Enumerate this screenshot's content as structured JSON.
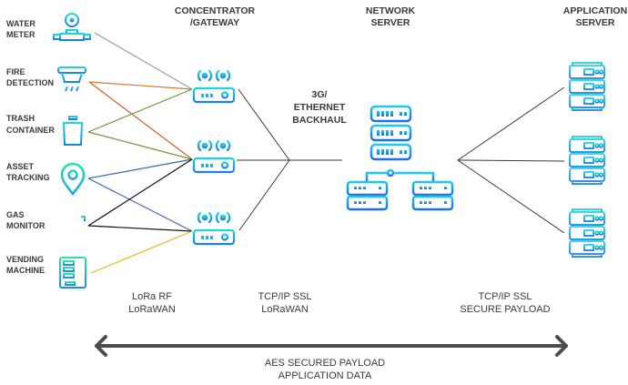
{
  "headers": {
    "concentrator": [
      "CONCENTRATOR",
      "/GATEWAY"
    ],
    "network_server": [
      "NETWORK",
      "SERVER"
    ],
    "application_server": [
      "APPLICATION",
      "SERVER"
    ]
  },
  "devices": [
    {
      "id": "water-meter",
      "lines": [
        "WATER",
        "METER"
      ],
      "icon": "water-meter-icon"
    },
    {
      "id": "fire-detection",
      "lines": [
        "FIRE",
        "DETECTION"
      ],
      "icon": "smoke-detector-icon"
    },
    {
      "id": "trash-container",
      "lines": [
        "TRASH",
        "CONTAINER"
      ],
      "icon": "trash-bin-icon"
    },
    {
      "id": "asset-tracking",
      "lines": [
        "ASSET",
        "TRACKING"
      ],
      "icon": "map-pin-icon"
    },
    {
      "id": "gas-monitor",
      "lines": [
        "GAS",
        "MONITOR"
      ],
      "icon": "radiator-icon"
    },
    {
      "id": "vending-machine",
      "lines": [
        "VENDING",
        "MACHINE"
      ],
      "icon": "vending-machine-icon"
    }
  ],
  "gateways": [
    {
      "id": "gateway-1",
      "icon": "router-icon"
    },
    {
      "id": "gateway-2",
      "icon": "router-icon"
    },
    {
      "id": "gateway-3",
      "icon": "router-icon"
    }
  ],
  "connections": [
    {
      "from": "water-meter",
      "to": "gateway-1",
      "color": "#9e9e9e"
    },
    {
      "from": "fire-detection",
      "to": "gateway-1",
      "color": "#d9782d"
    },
    {
      "from": "fire-detection",
      "to": "gateway-2",
      "color": "#c8642a"
    },
    {
      "from": "trash-container",
      "to": "gateway-1",
      "color": "#6b9a3a"
    },
    {
      "from": "trash-container",
      "to": "gateway-2",
      "color": "#6b9a3a"
    },
    {
      "from": "asset-tracking",
      "to": "gateway-2",
      "color": "#3e68b0"
    },
    {
      "from": "asset-tracking",
      "to": "gateway-3",
      "color": "#3e68b0"
    },
    {
      "from": "gas-monitor",
      "to": "gateway-2",
      "color": "#111111"
    },
    {
      "from": "gas-monitor",
      "to": "gateway-3",
      "color": "#111111"
    },
    {
      "from": "vending-machine",
      "to": "gateway-3",
      "color": "#e8b820"
    }
  ],
  "backhaul_label": [
    "3G/",
    "ETHERNET",
    "BACKHAUL"
  ],
  "network_server_icon": "server-cluster-icon",
  "app_servers": [
    {
      "id": "app-server-1",
      "icon": "server-rack-icon"
    },
    {
      "id": "app-server-2",
      "icon": "server-rack-icon"
    },
    {
      "id": "app-server-3",
      "icon": "server-rack-icon"
    }
  ],
  "protocols": {
    "rf": [
      "LoRa RF",
      "LoRaWAN"
    ],
    "backhaul": [
      "TCP/IP SSL",
      "LoRaWAN"
    ],
    "app": [
      "TCP/IP SSL",
      "SECURE PAYLOAD"
    ]
  },
  "payload_arrow": {
    "label": [
      "AES SECURED PAYLOAD",
      "APPLICATION DATA"
    ],
    "color": "#4a4d50"
  },
  "colors": {
    "icon_gradient_top": "#1fd6e0",
    "icon_gradient_bottom": "#1a7ff0",
    "network_server_top": "#1ec8ee",
    "network_server_bottom": "#1a6ff0",
    "text": "#3a3a3a",
    "link": "#3a3a3a"
  }
}
